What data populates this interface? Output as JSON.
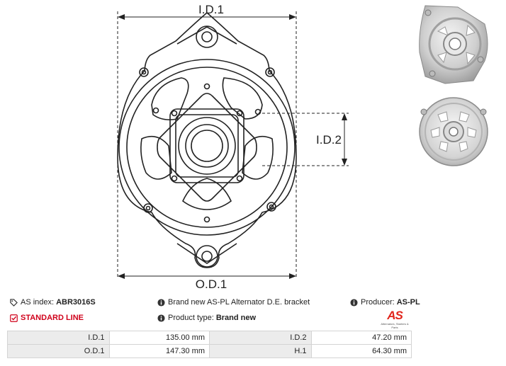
{
  "drawing": {
    "dim_id1": "I.D.1",
    "dim_id2": "I.D.2",
    "dim_od1": "O.D.1"
  },
  "info": {
    "as_index_label": "AS index:",
    "as_index_value": "ABR3016S",
    "description": "Brand new AS-PL Alternator D.E. bracket",
    "producer_label": "Producer:",
    "producer_value": "AS-PL",
    "line_label": "STANDARD LINE",
    "product_type_label": "Product type:",
    "product_type_value": "Brand new"
  },
  "logo": {
    "mark": "AS",
    "tagline": "Alternators, Starters & Parts"
  },
  "specs": [
    {
      "k1": "I.D.1",
      "v1": "135.00 mm",
      "k2": "I.D.2",
      "v2": "47.20 mm"
    },
    {
      "k1": "O.D.1",
      "v1": "147.30 mm",
      "k2": "H.1",
      "v2": "64.30 mm"
    }
  ],
  "colors": {
    "accent_red": "#d0021b",
    "table_key_bg": "#ececec",
    "icon_dark": "#333333"
  }
}
